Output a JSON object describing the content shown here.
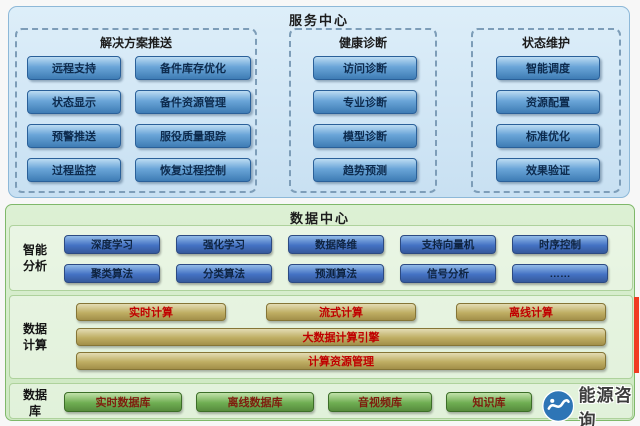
{
  "service_center": {
    "title": "服务中心",
    "solution_group": {
      "header": "解决方案推送",
      "left_items": [
        "远程支持",
        "状态显示",
        "预警推送",
        "过程监控"
      ],
      "right_items": [
        "备件库存优化",
        "备件资源管理",
        "服役质量跟踪",
        "恢复过程控制"
      ]
    },
    "health_group": {
      "header": "健康诊断",
      "items": [
        "访问诊断",
        "专业诊断",
        "模型诊断",
        "趋势预测"
      ]
    },
    "maintenance_group": {
      "header": "状态维护",
      "items": [
        "智能调度",
        "资源配置",
        "标准优化",
        "效果验证"
      ]
    }
  },
  "data_center": {
    "title": "数据中心",
    "analysis": {
      "label": "智能\n分析",
      "row1": [
        "深度学习",
        "强化学习",
        "数据降维",
        "支持向量机",
        "时序控制"
      ],
      "row2": [
        "聚类算法",
        "分类算法",
        "预测算法",
        "信号分析",
        "……"
      ]
    },
    "computing": {
      "label": "数据\n计算",
      "top_items": [
        "实时计算",
        "流式计算",
        "离线计算"
      ],
      "bars": [
        "大数据计算引擎",
        "计算资源管理"
      ]
    },
    "database": {
      "label": "数据\n库",
      "items": [
        "实时数据库",
        "离线数据库",
        "音视频库",
        "知识库"
      ]
    }
  },
  "watermark": {
    "text": "能源咨询"
  },
  "colors": {
    "service_button": "#5b9bd5",
    "analysis_button": "#4472c4",
    "computing_button": "#bfae63",
    "database_button": "#6aa84f",
    "accent_red": "#f03b22"
  }
}
